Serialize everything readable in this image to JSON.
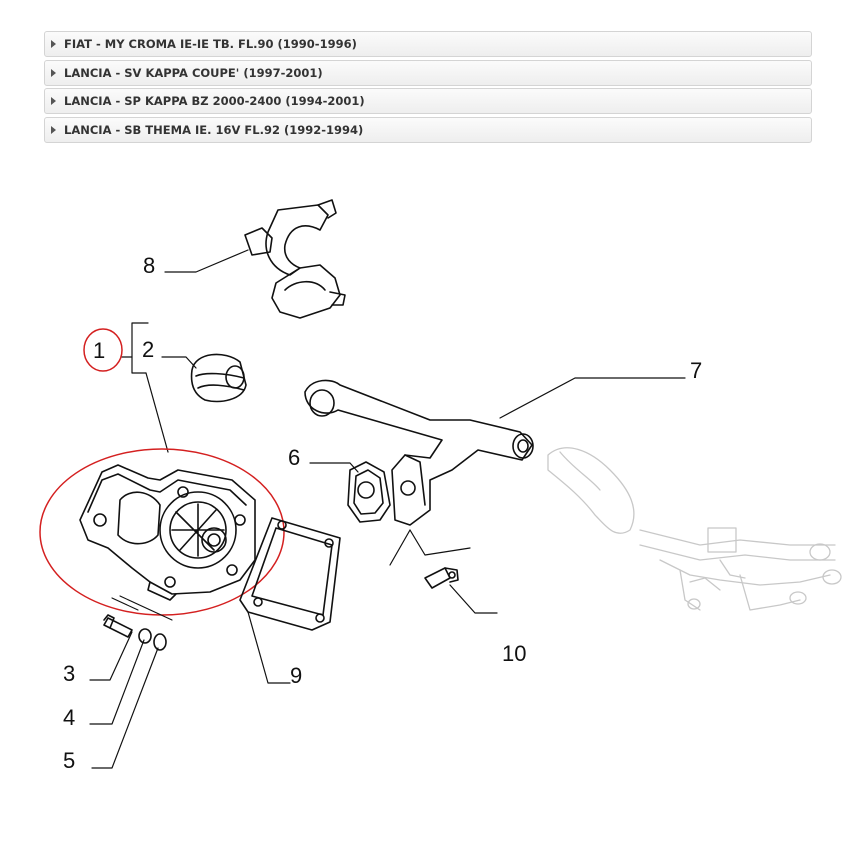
{
  "applications": [
    {
      "label": "FIAT - MY CROMA IE-IE TB. FL.90 (1990-1996)"
    },
    {
      "label": "LANCIA - SV KAPPA COUPE' (1997-2001)"
    },
    {
      "label": "LANCIA - SP KAPPA BZ 2000-2400 (1994-2001)"
    },
    {
      "label": "LANCIA - SB THEMA IE. 16V FL.92 (1992-1994)"
    }
  ],
  "diagram": {
    "callouts": [
      "1",
      "2",
      "3",
      "4",
      "5",
      "6",
      "7",
      "8",
      "9",
      "10"
    ],
    "highlight_color": "#d42020",
    "line_color": "#111111",
    "ghost_color": "#c8c8c8"
  }
}
